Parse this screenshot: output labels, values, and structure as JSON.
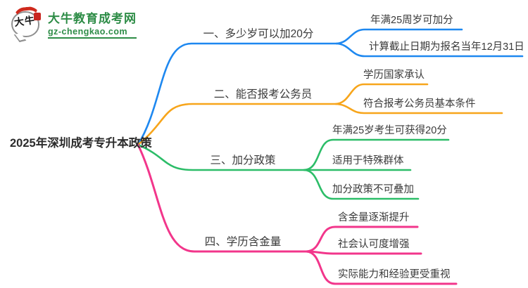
{
  "logo": {
    "icon_text": "大牛",
    "site_name": "大牛教育成考网",
    "site_url": "gz-chengkao.com"
  },
  "colors": {
    "branch1": "#1e88f0",
    "branch2": "#f7a51b",
    "branch3": "#2cbd68",
    "branch4": "#f2368b",
    "logo_green": "#2d8c46",
    "logo_red": "#c8251f",
    "text": "#3a3a3a"
  },
  "mindmap": {
    "root": "2025年深圳成考专升本政策",
    "branches": [
      {
        "label": "一、多少岁可以加20分",
        "children": [
          "年满25周岁可加分",
          "计算截止日期为报名当年12月31日"
        ]
      },
      {
        "label": "二、能否报考公务员",
        "children": [
          "学历国家承认",
          "符合报考公务员基本条件"
        ]
      },
      {
        "label": "三、加分政策",
        "children": [
          "年满25岁考生可获得20分",
          "适用于特殊群体",
          "加分政策不可叠加"
        ]
      },
      {
        "label": "四、学历含金量",
        "children": [
          "含金量逐渐提升",
          "社会认可度增强",
          "实际能力和经验更受重视"
        ]
      }
    ]
  }
}
